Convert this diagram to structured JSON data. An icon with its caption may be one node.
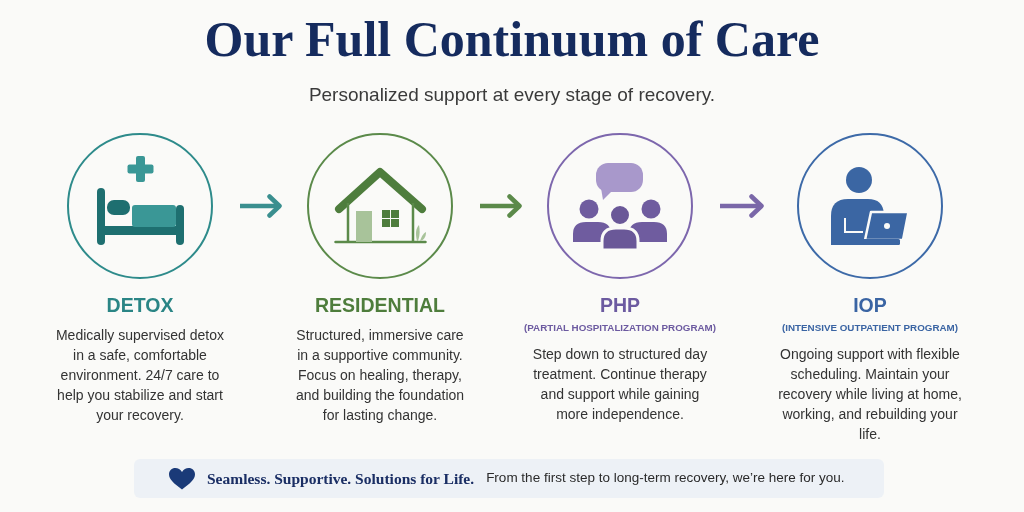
{
  "diagram": {
    "title": "Our Full Continuum of Care",
    "nodes": [
      {
        "text": [
          "DETOX",
          "Medically supervised detox in a safe, comfortable environment. 24/7 care to help you stabilize and start your recovery."
        ]
      },
      {
        "text": [
          "RESIDENTIAL",
          "Structured, immersive care in a supportive community. Focus on healing, therapy, and building the foundation for lasting change."
        ]
      },
      {
        "text": [
          "PHP",
          "(PARTIAL HOSPITALIZATION PROGRAM)",
          "Step down to structured day treatment. Continue therapy and support while gaining more independence."
        ]
      },
      {
        "text": [
          "IOP",
          "(INTENSIVE OUTPATIENT PROGRAM)",
          "Ongoing support with flexible scheduling. Maintain your recovery while living at home, working, and rebuilding your life."
        ]
      },
      {
        "text": [
          "Seamless. Supportive. Solutions for Life.",
          "From the first step to long-term recovery, we’re here for you."
        ]
      }
    ],
    "edges": [
      {
        "from": 0,
        "to": 1,
        "arrow": "to",
        "color": "#3a8f8f"
      },
      {
        "from": 1,
        "to": 2,
        "arrow": "to",
        "color": "#5b8a4a"
      },
      {
        "from": 2,
        "to": 3,
        "arrow": "to",
        "color": "#7a67a8"
      }
    ],
    "labels": [
      "Personalized support at every stage of recovery."
    ]
  }
}
